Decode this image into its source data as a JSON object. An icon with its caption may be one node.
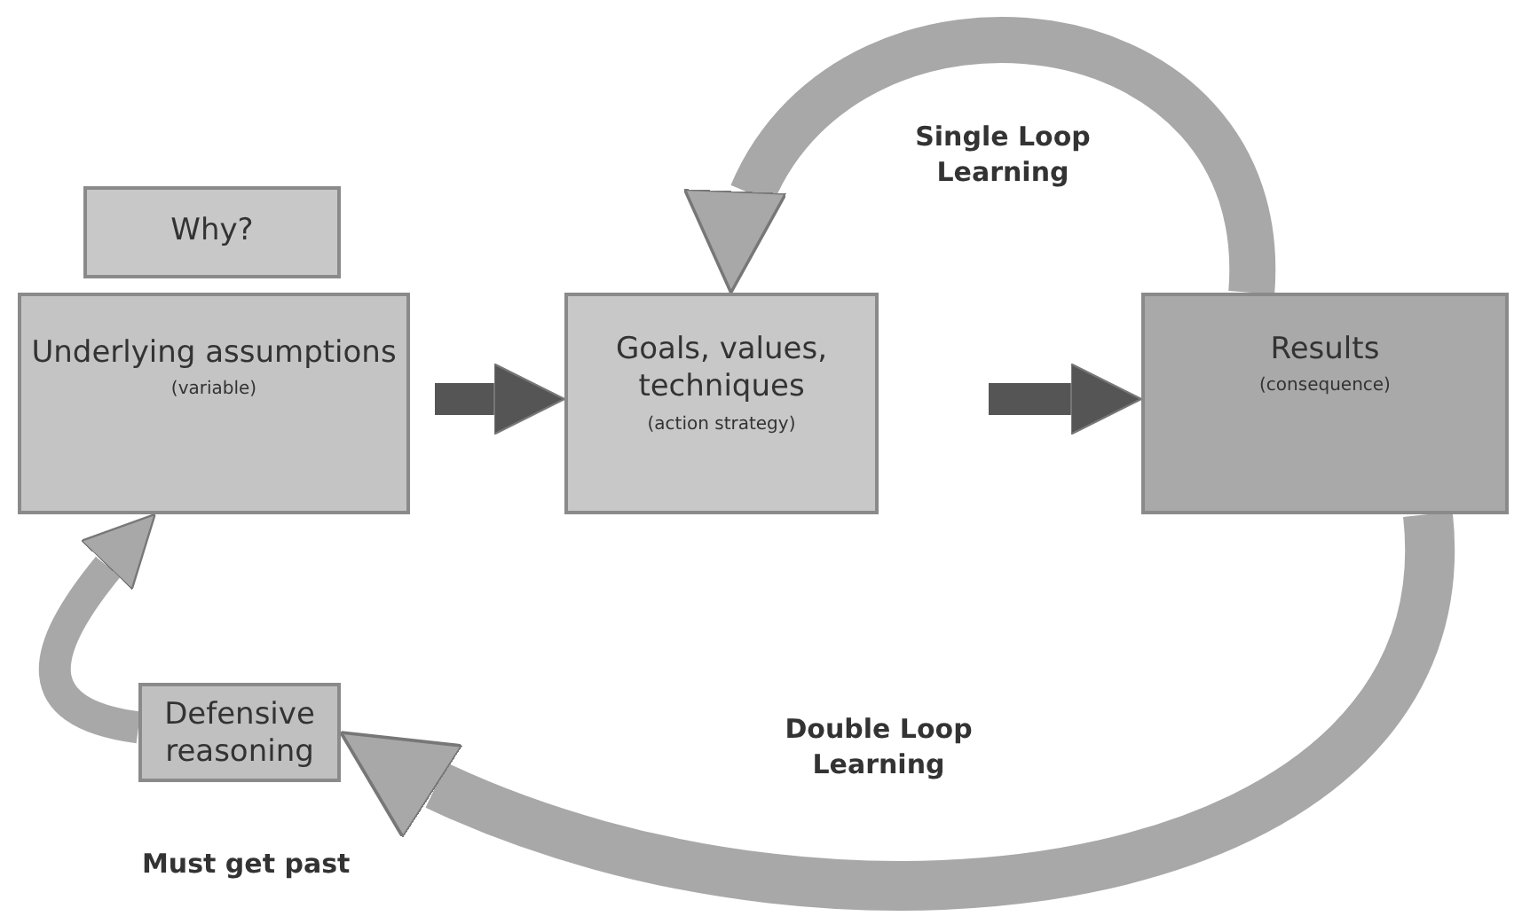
{
  "diagram": {
    "nodes": [
      {
        "text": [
          "Why?"
        ]
      },
      {
        "text": [
          "Underlying assumptions",
          "(variable)"
        ]
      },
      {
        "text": [
          "Goals, values, techniques",
          "(action strategy)"
        ]
      },
      {
        "text": [
          "Results",
          "(consequence)"
        ]
      },
      {
        "text": [
          "Defensive reasoning"
        ],
        "beside": [
          "Must get past"
        ]
      }
    ],
    "edges": [
      {
        "from": 1,
        "to": 2,
        "arrow": "to",
        "color": "#555555"
      },
      {
        "from": 2,
        "to": 3,
        "arrow": "to",
        "color": "#555555"
      },
      {
        "from": 3,
        "to": 2,
        "arrow": "to",
        "label": "Single Loop Learning"
      },
      {
        "from": 3,
        "to": 4,
        "arrow": "to",
        "label": "Double Loop Learning"
      },
      {
        "from": 4,
        "to": 1,
        "arrow": "to"
      }
    ]
  }
}
